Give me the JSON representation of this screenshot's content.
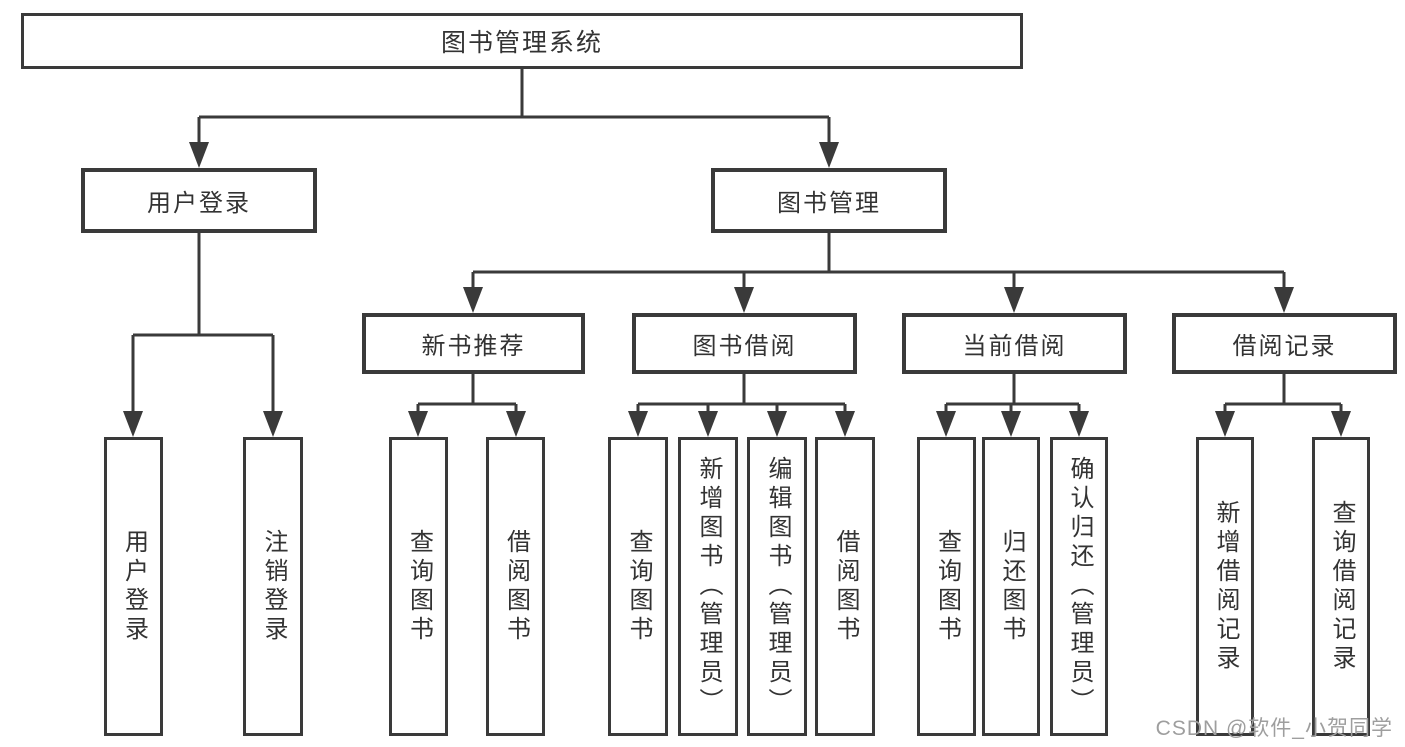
{
  "tree": {
    "root": {
      "label": "图书管理系统"
    },
    "branches": [
      {
        "label": "用户登录",
        "children": [
          {
            "label": "用户登录"
          },
          {
            "label": "注销登录"
          }
        ]
      },
      {
        "label": "图书管理",
        "children": [
          {
            "label": "新书推荐",
            "children": [
              {
                "label": "查询图书"
              },
              {
                "label": "借阅图书"
              }
            ]
          },
          {
            "label": "图书借阅",
            "children": [
              {
                "label": "查询图书"
              },
              {
                "label": "新增图书（管理员）"
              },
              {
                "label": "编辑图书（管理员）"
              },
              {
                "label": "借阅图书"
              }
            ]
          },
          {
            "label": "当前借阅",
            "children": [
              {
                "label": "查询图书"
              },
              {
                "label": "归还图书"
              },
              {
                "label": "确认归还（管理员）"
              }
            ]
          },
          {
            "label": "借阅记录",
            "children": [
              {
                "label": "新增借阅记录"
              },
              {
                "label": "查询借阅记录"
              }
            ]
          }
        ]
      }
    ]
  },
  "watermark": {
    "text": "CSDN @软件_小贺同学"
  },
  "colors": {
    "stroke": "#3a3a3a",
    "text": "#333333",
    "watermark": "#9e9e9e",
    "background": "#ffffff"
  }
}
